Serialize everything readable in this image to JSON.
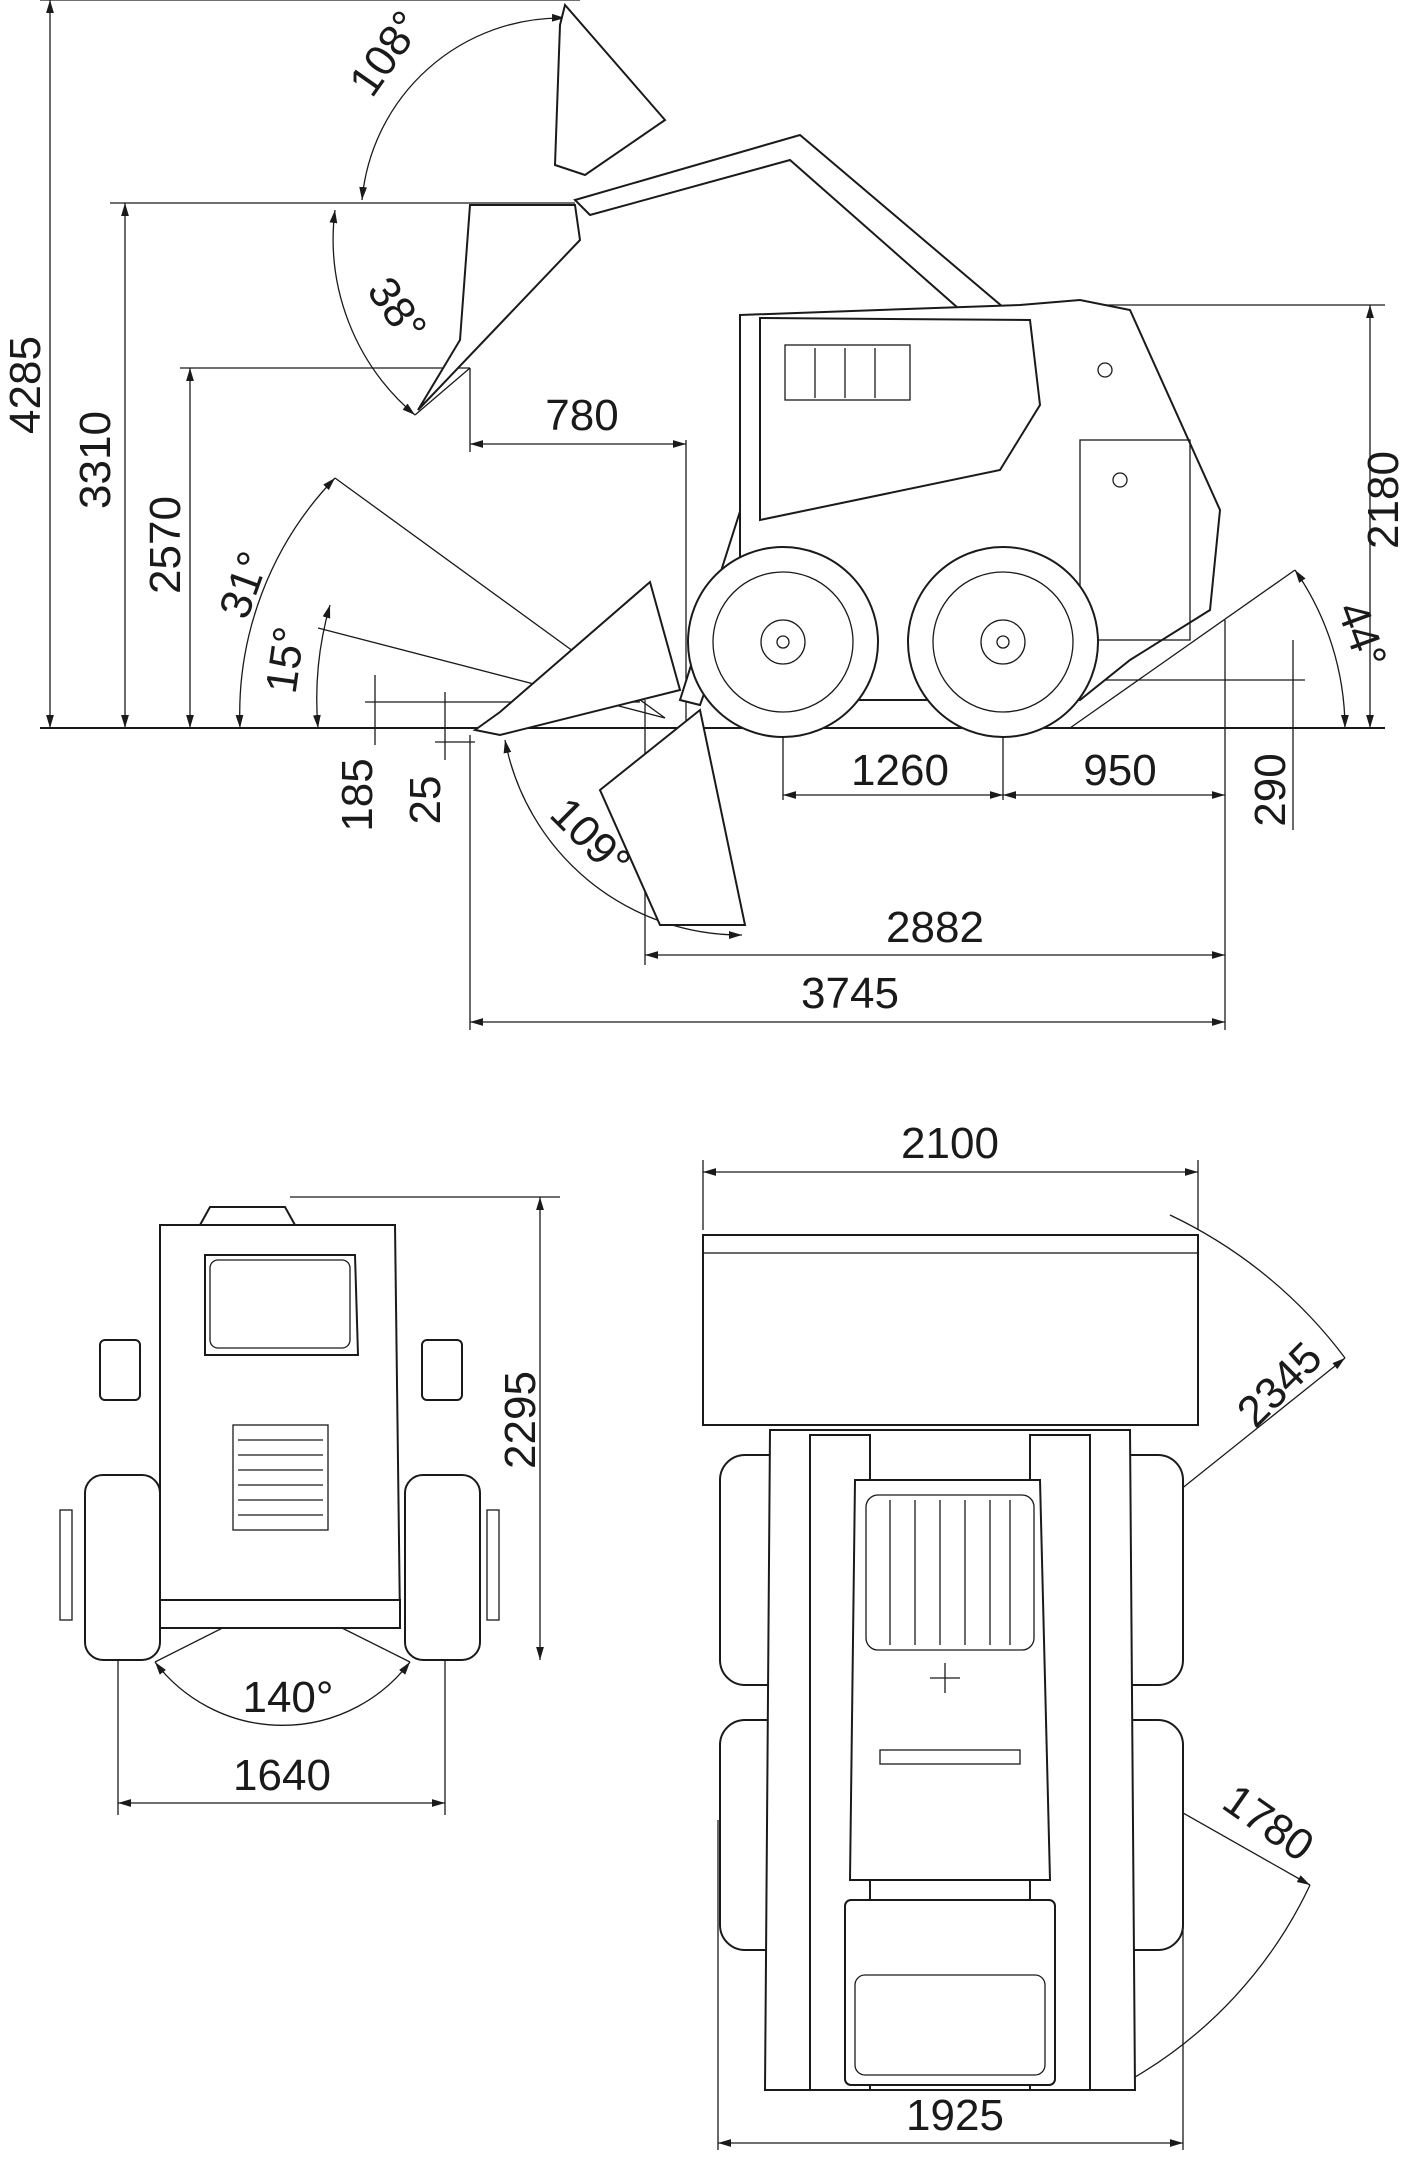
{
  "side_view": {
    "dimensions": {
      "overall_height": "4285",
      "hinge_pin_height": "3310",
      "dump_height": "2570",
      "dump_reach": "780",
      "cab_height": "2180",
      "wheelbase": "1260",
      "rear_overhang": "950",
      "ground_clearance": "290",
      "bucket_below_ground": "185",
      "bucket_lip_height": "25",
      "length_without_bucket": "2882",
      "overall_length": "3745"
    },
    "angles": {
      "raised_rollback": "108°",
      "dump_angle": "38°",
      "approach_angle": "31°",
      "ground_rollback": "15°",
      "bucket_dig_angle": "109°",
      "departure_angle": "44°"
    }
  },
  "front_view": {
    "dimensions": {
      "overall_height": "2295",
      "track_width": "1640"
    },
    "angles": {
      "visibility_angle": "140°"
    }
  },
  "top_view": {
    "dimensions": {
      "bucket_width": "2100",
      "turning_radius_bucket": "2345",
      "turning_radius_rear": "1780",
      "overall_width": "1925"
    }
  }
}
